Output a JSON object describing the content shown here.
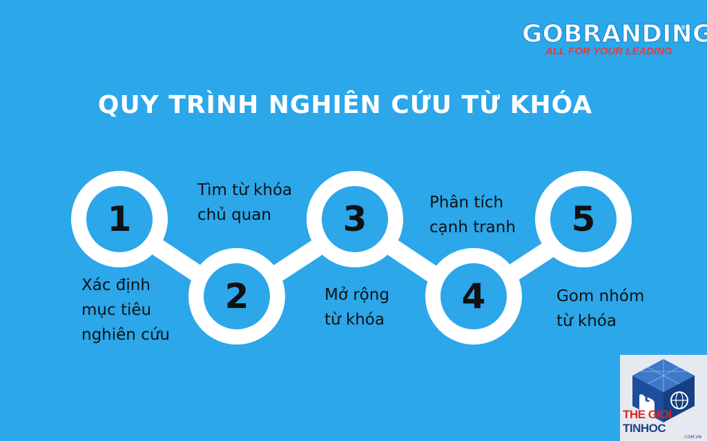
{
  "title": "QUY TRÌNH NGHIÊN CỨU TỪ KHÓA",
  "logo": {
    "main": "GOBRANDING",
    "sub": "ALL FOR YOUR LEADING",
    "reg": "®"
  },
  "steps": [
    {
      "number": "1",
      "lines": [
        "Xác định",
        "mục tiêu",
        "nghiên cứu"
      ]
    },
    {
      "number": "2",
      "lines": [
        "Tìm từ khóa",
        "chủ quan"
      ]
    },
    {
      "number": "3",
      "lines": [
        "Mở rộng",
        "từ khóa"
      ]
    },
    {
      "number": "4",
      "lines": [
        "Phân tích",
        "cạnh tranh"
      ]
    },
    {
      "number": "5",
      "lines": [
        "Gom nhóm",
        "từ khóa"
      ]
    }
  ],
  "watermark": {
    "red": "THE GIOI",
    "blue": " TINHOC",
    "domain": ".COM.VN",
    "icon": "tgth-cube-logo-icon"
  },
  "colors": {
    "background": "#2ba7ea",
    "ring": "#ffffff",
    "text": "#111111"
  }
}
